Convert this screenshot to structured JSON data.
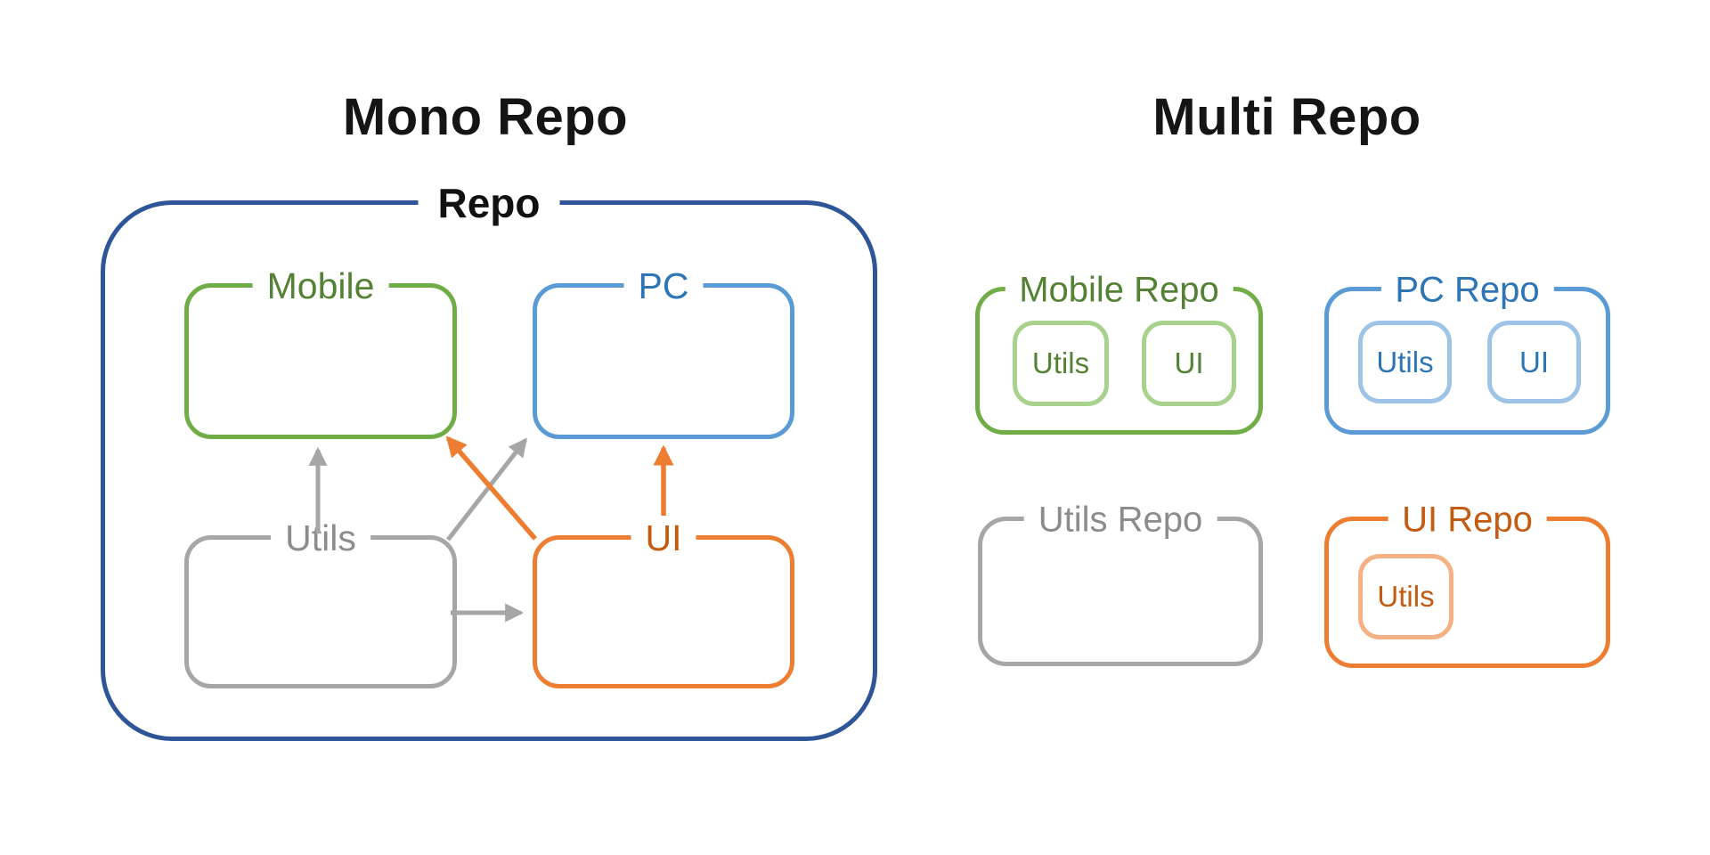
{
  "left": {
    "title": "Mono Repo",
    "repo_label": "Repo",
    "mobile": {
      "label": "Mobile"
    },
    "pc": {
      "label": "PC"
    },
    "utils": {
      "label": "Utils"
    },
    "ui": {
      "label": "UI"
    },
    "arrows": [
      {
        "from": "Utils",
        "to": "Mobile",
        "color": "gray"
      },
      {
        "from": "Utils",
        "to": "PC",
        "color": "gray"
      },
      {
        "from": "Utils",
        "to": "UI",
        "color": "gray"
      },
      {
        "from": "UI",
        "to": "Mobile",
        "color": "orange"
      },
      {
        "from": "UI",
        "to": "PC",
        "color": "orange"
      }
    ]
  },
  "right": {
    "title": "Multi Repo",
    "mobile_repo": {
      "label": "Mobile Repo",
      "children": [
        "Utils",
        "UI"
      ]
    },
    "pc_repo": {
      "label": "PC Repo",
      "children": [
        "Utils",
        "UI"
      ]
    },
    "utils_repo": {
      "label": "Utils Repo",
      "children": []
    },
    "ui_repo": {
      "label": "UI Repo",
      "children": [
        "Utils"
      ]
    }
  },
  "colors": {
    "outer_repo_border": "#2E5597",
    "green_border": "#70AD47",
    "green_light": "#A9D18E",
    "green_text": "#548235",
    "blue_border": "#5B9BD5",
    "blue_light": "#9DC3E6",
    "blue_text": "#2E75B6",
    "orange_border": "#ED7D31",
    "orange_light": "#F4B183",
    "orange_text": "#C55A11",
    "gray_border": "#A6A6A6",
    "gray_text": "#8C8C8C",
    "arrow_gray": "#A6A6A6",
    "arrow_orange": "#ED7D31",
    "title_text": "#151515",
    "background": "#FFFFFF"
  }
}
